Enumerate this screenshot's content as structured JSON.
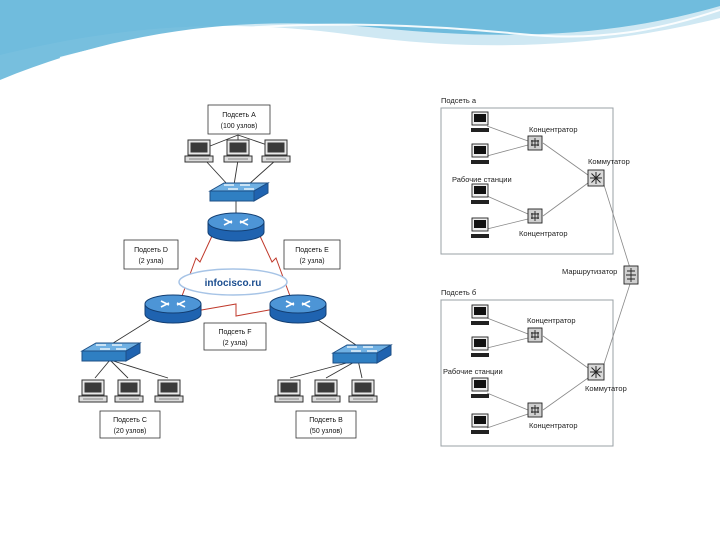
{
  "colors": {
    "header_wave_dark": "#5fb4d8",
    "header_wave_light": "#cfe8f3",
    "router_blue": "#1f63b0",
    "switch_blue": "#2f7fc2",
    "link_red": "#c0392b",
    "panel_border": "#9aa0a6"
  },
  "left_diagram": {
    "subnet_a": {
      "line1": "Подсеть А",
      "line2": "(100 узлов)"
    },
    "subnet_d": {
      "line1": "Подсеть D",
      "line2": "(2 узла)"
    },
    "subnet_e": {
      "line1": "Подсеть Е",
      "line2": "(2 узла)"
    },
    "subnet_f": {
      "line1": "Подсеть F",
      "line2": "(2 узла)"
    },
    "subnet_c": {
      "line1": "Подсеть С",
      "line2": "(20 узлов)"
    },
    "subnet_b": {
      "line1": "Подсеть В",
      "line2": "(50 узлов)"
    },
    "logo": "infocisco.ru"
  },
  "right_diagram": {
    "subnet_a_title": "Подсеть а",
    "subnet_b_title": "Подсеть б",
    "hub_top_a": "Концентратор",
    "hub_bottom_a": "Концентратор",
    "workstations_a": "Рабочие станции",
    "switch_a": "Коммутатор",
    "router": "Маршрутизатор",
    "hub_top_b": "Концентратор",
    "workstations_b": "Рабочие станции",
    "switch_b": "Коммутатор",
    "hub_bottom_b": "Концентратор"
  }
}
